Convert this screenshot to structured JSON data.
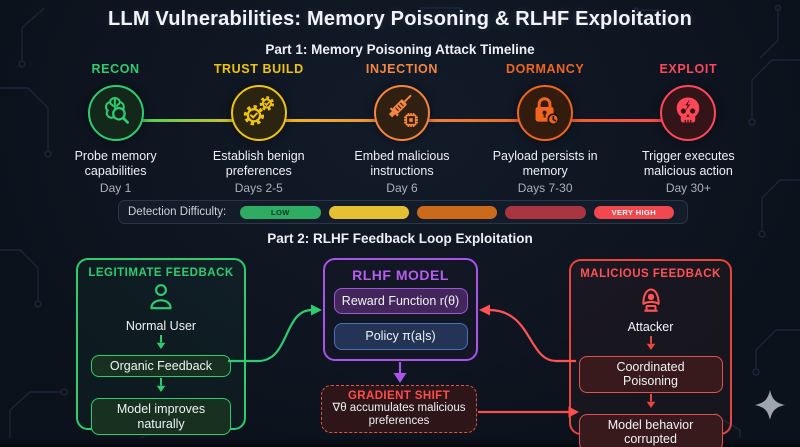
{
  "title": "LLM Vulnerabilities: Memory Poisoning & RLHF Exploitation",
  "colors": {
    "background": "#0c121c",
    "recon_green": "#2ecc71",
    "trust_yellow": "#f1c40f",
    "injection_orange": "#f5853f",
    "dormancy_orange_red": "#f2651f",
    "exploit_red": "#ff4757",
    "rlhf_purple": "#a855e8",
    "policy_blue": "#4a6fb5",
    "malicious_red": "#e8453c",
    "sparkle_gray": "#a8aeb6"
  },
  "part1": {
    "heading": "Part 1: Memory Poisoning Attack Timeline",
    "stages": [
      {
        "label": "RECON",
        "icon": "brain-magnifier-icon",
        "desc": "Probe memory capabilities",
        "day": "Day 1",
        "color": "#2ecc71"
      },
      {
        "label": "TRUST BUILD",
        "icon": "gears-check-icon",
        "desc": "Establish benign preferences",
        "day": "Days 2-5",
        "color": "#f1c40f"
      },
      {
        "label": "INJECTION",
        "icon": "syringe-chip-icon",
        "desc": "Embed malicious instructions",
        "day": "Day 6",
        "color": "#f5853f"
      },
      {
        "label": "DORMANCY",
        "icon": "lock-clock-icon",
        "desc": "Payload persists in memory",
        "day": "Days 7-30",
        "color": "#f2651f"
      },
      {
        "label": "EXPLOIT",
        "icon": "skull-bolt-icon",
        "desc": "Trigger executes malicious action",
        "day": "Day 30+",
        "color": "#ff4757"
      }
    ],
    "detection": {
      "label": "Detection Difficulty:",
      "levels": [
        {
          "text": "LOW",
          "color": "#2eac64"
        },
        {
          "text": "",
          "color": "#e5c033"
        },
        {
          "text": "",
          "color": "#cc6a1c"
        },
        {
          "text": "",
          "color": "#a93540"
        },
        {
          "text": "VERY HIGH",
          "color": "#f0484e"
        }
      ]
    }
  },
  "part2": {
    "heading": "Part 2: RLHF Feedback Loop Exploitation",
    "legitimate": {
      "title": "LEGITIMATE FEEDBACK",
      "actor": "Normal User",
      "node1": "Organic Feedback",
      "node2": "Model improves naturally"
    },
    "rlhf": {
      "title": "RLHF MODEL",
      "node1": "Reward Function r(θ)",
      "node2": "Policy π(a|s)"
    },
    "malicious": {
      "title": "MALICIOUS FEEDBACK",
      "actor": "Attacker",
      "node1": "Coordinated Poisoning",
      "node2": "Model behavior corrupted"
    },
    "gradient_shift": {
      "title": "GRADIENT SHIFT",
      "text": "∇θ accumulates malicious preferences"
    }
  }
}
